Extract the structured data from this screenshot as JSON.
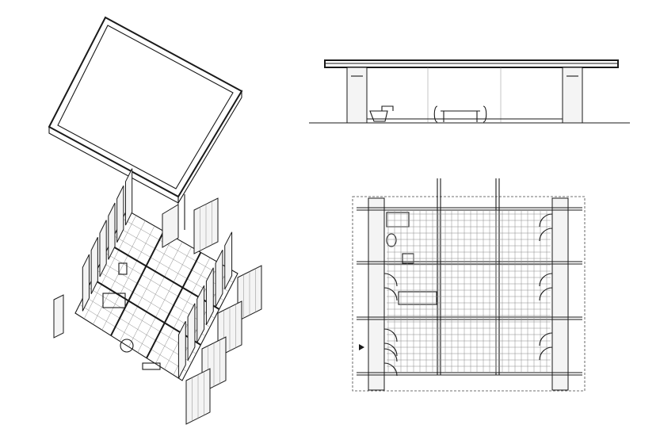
{
  "drawing": {
    "views": [
      "axonometric",
      "section",
      "plan"
    ],
    "colors": {
      "line": "#1a1a1a",
      "background": "#ffffff",
      "fill": "#f4f4f4"
    }
  }
}
